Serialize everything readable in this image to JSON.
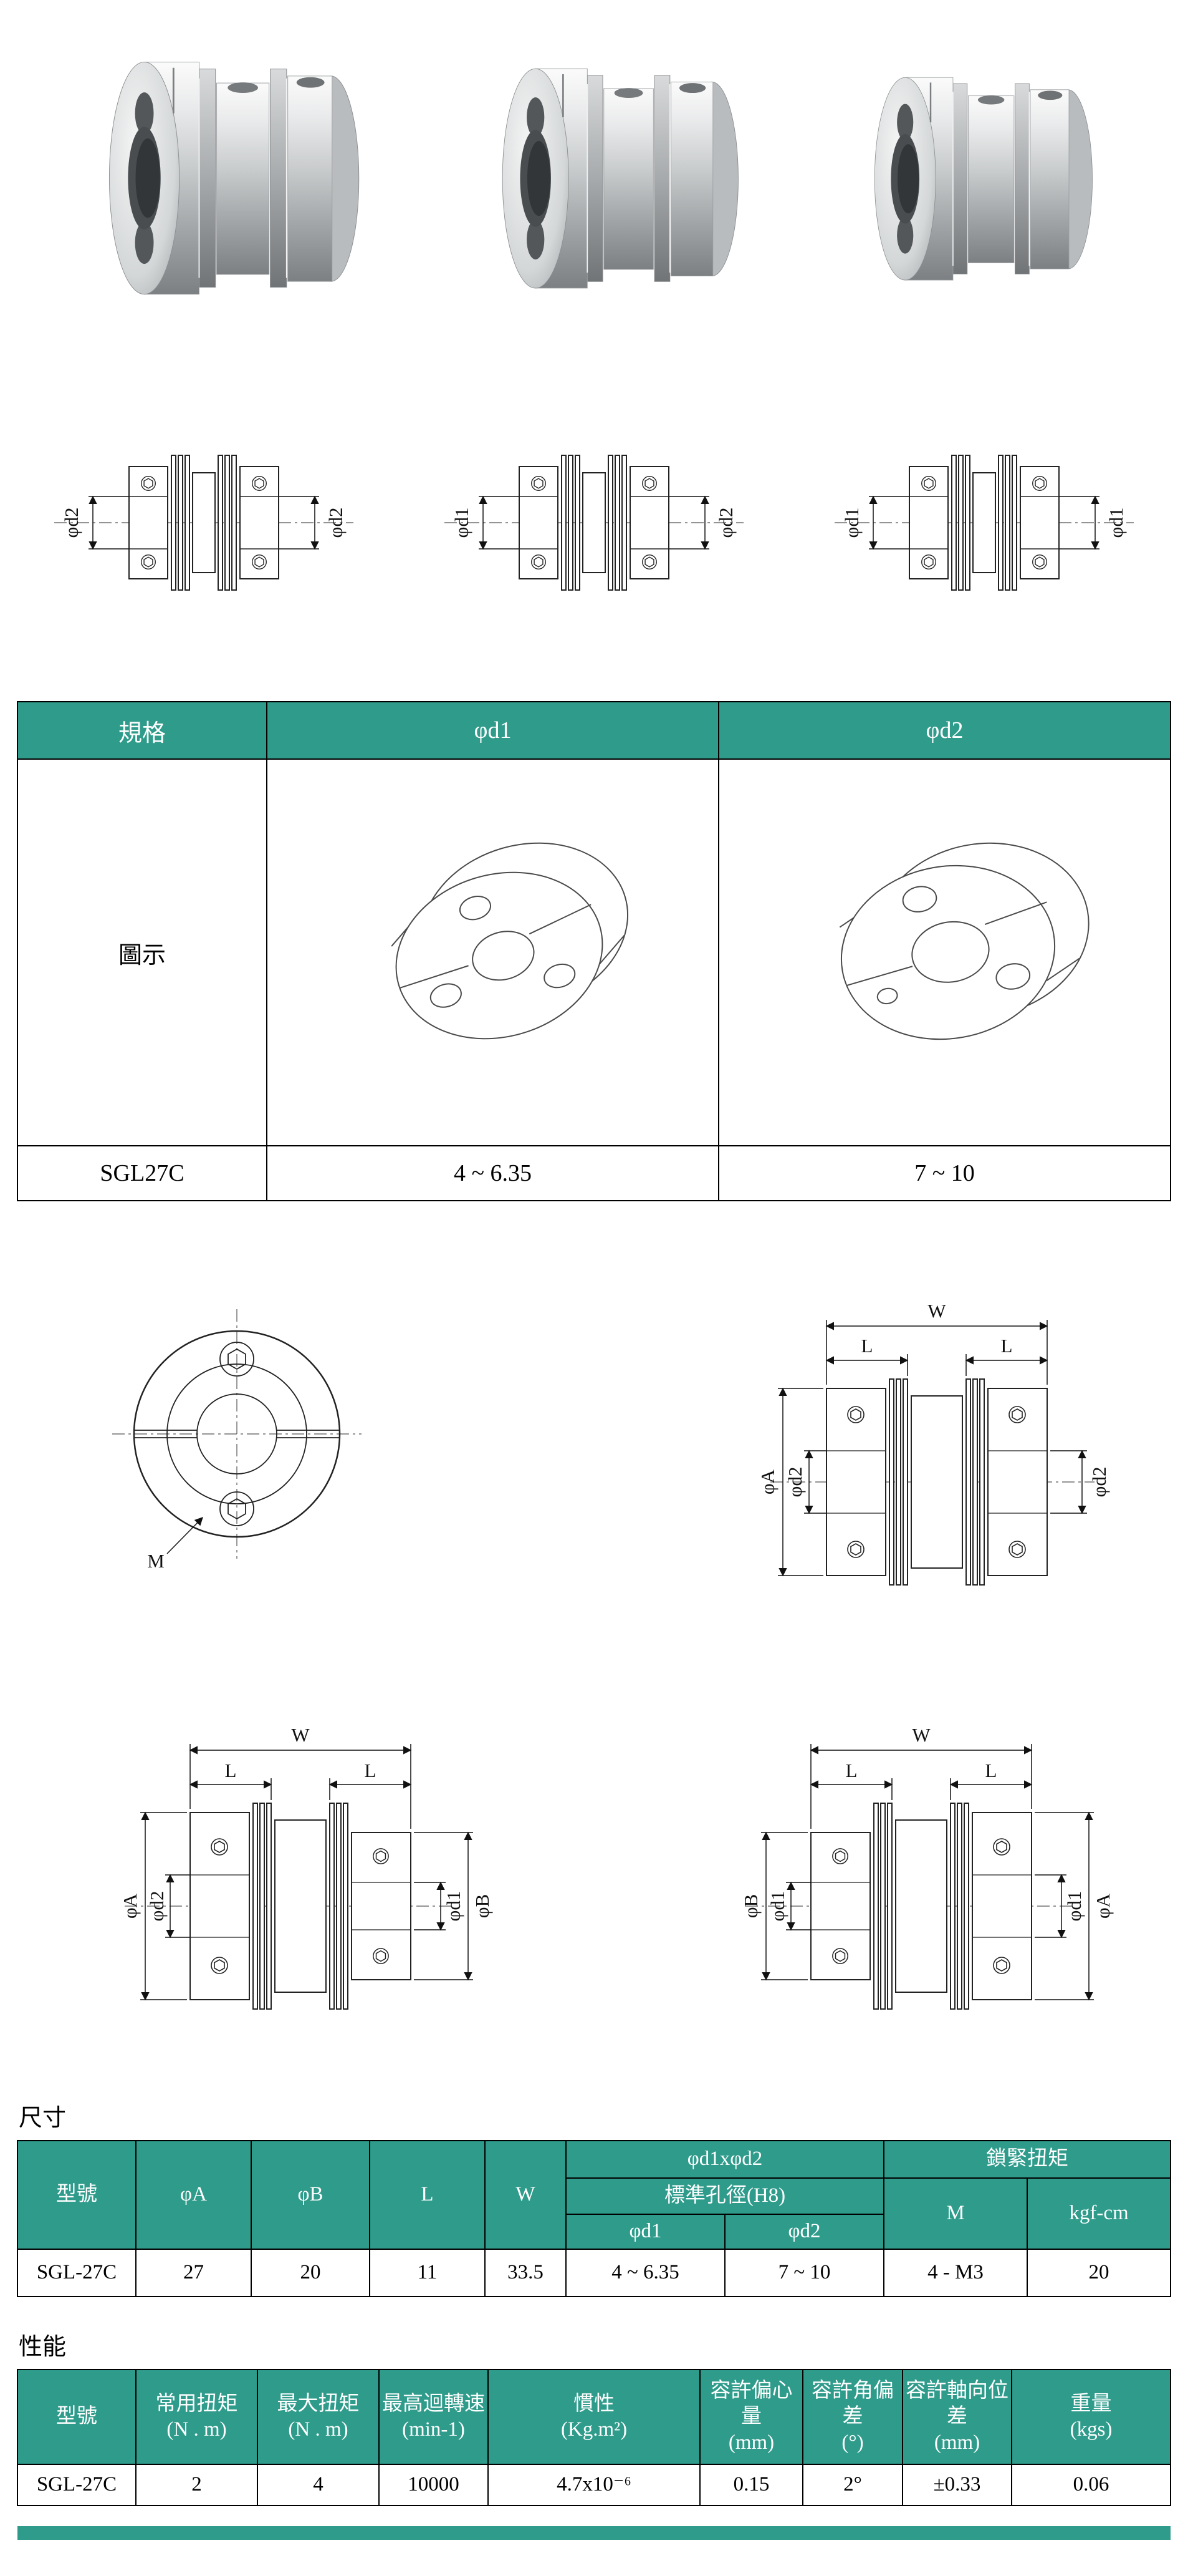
{
  "theme": {
    "teal": "#2E9B8B"
  },
  "line_drawings": [
    {
      "left": "φd2",
      "right": "φd2"
    },
    {
      "left": "φd1",
      "right": "φd2"
    },
    {
      "left": "φd1",
      "right": "φd1"
    }
  ],
  "spec_table": {
    "header": {
      "spec": "規格",
      "d1": "φd1",
      "d2": "φd2"
    },
    "illustration": "圖示",
    "row": {
      "model": "SGL27C",
      "d1": "4 ~ 6.35",
      "d2": "7 ~ 10"
    }
  },
  "dim_front": {
    "m": "M"
  },
  "dim_side_top": {
    "w": "W",
    "l1": "L",
    "l2": "L",
    "left_outer": "φA",
    "left_inner": "φd2",
    "right": "φd2"
  },
  "dim_side_left": {
    "w": "W",
    "l1": "L",
    "l2": "L",
    "left_outer": "φA",
    "left_inner": "φd2",
    "right_inner": "φd1",
    "right_outer": "φB"
  },
  "dim_side_right": {
    "w": "W",
    "l1": "L",
    "l2": "L",
    "left_outer": "φB",
    "left_inner": "φd1",
    "right_inner": "φd1",
    "right_outer": "φA"
  },
  "size_section": {
    "title": "尺寸",
    "header": {
      "model": "型號",
      "a": "φA",
      "b": "φB",
      "l": "L",
      "w": "W",
      "bore_group": "φd1xφd2",
      "bore_std": "標準孔徑(H8)",
      "d1": "φd1",
      "d2": "φd2",
      "lock_group": "鎖緊扭矩",
      "m": "M",
      "kgfcm": "kgf-cm"
    },
    "row": {
      "model": "SGL-27C",
      "a": "27",
      "b": "20",
      "l": "11",
      "w": "33.5",
      "d1": "4 ~ 6.35",
      "d2": "7 ~ 10",
      "m": "4 - M3",
      "kgfcm": "20"
    }
  },
  "perf_section": {
    "title": "性能",
    "header": {
      "model": "型號",
      "normal_torque": "常用扭矩",
      "normal_torque_unit": "(N . m)",
      "max_torque": "最大扭矩",
      "max_torque_unit": "(N . m)",
      "max_speed": "最高迴轉速",
      "max_speed_unit": "(min-1)",
      "inertia": "慣性",
      "inertia_unit": "(Kg.m²)",
      "ecc": "容許偏心量",
      "ecc_unit": "(mm)",
      "ang": "容許角偏差",
      "ang_unit": "(°)",
      "axial": "容許軸向位差",
      "axial_unit": "(mm)",
      "weight": "重量",
      "weight_unit": "(kgs)"
    },
    "row": {
      "model": "SGL-27C",
      "normal_torque": "2",
      "max_torque": "4",
      "max_speed": "10000",
      "inertia": "4.7x10⁻⁶",
      "ecc": "0.15",
      "ang": "2°",
      "axial": "±0.33",
      "weight": "0.06"
    }
  }
}
